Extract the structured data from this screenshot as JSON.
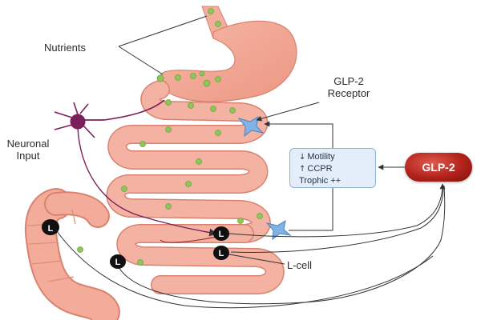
{
  "labels": {
    "nutrients": "Nutrients",
    "receptor_line1": "GLP-2",
    "receptor_line2": "Receptor",
    "neuronal_line1": "Neuronal",
    "neuronal_line2": "Input",
    "lcell": "L-cell",
    "cell_marker": "L"
  },
  "effects_box": {
    "rows": [
      {
        "arrow": "↓",
        "text": "Motility"
      },
      {
        "arrow": "↑",
        "text": "CCPR"
      },
      {
        "arrow": "",
        "text": "Trophic ++"
      }
    ]
  },
  "hormone_badge": "GLP-2",
  "colors": {
    "gut_tissue": "#f0a596",
    "gut_outline": "#d9826f",
    "nutrient": "#8fc65b",
    "lcell_fill": "#111111",
    "receptor": "#7fb3e6",
    "neuron": "#7a1f5a",
    "badge": "#b2221b"
  }
}
